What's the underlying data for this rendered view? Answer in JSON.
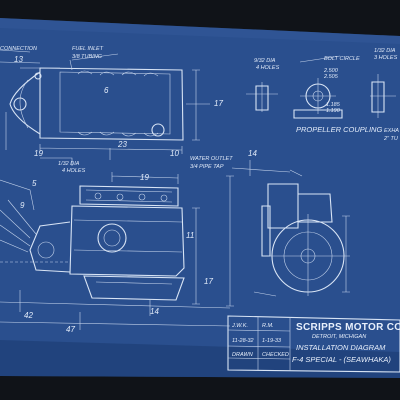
{
  "colors": {
    "blueprint": "#2a4f8e",
    "blueprint_dark": "#1d3c72",
    "line": "#d8e4f5",
    "frame": "#101318"
  },
  "labels": {
    "connection": "CONNECTION",
    "fuel_inlet": "FUEL INLET",
    "fuel_inlet_sub": "3/8 TUBING",
    "dim_13": "13",
    "dim_6": "6",
    "dim_23": "23",
    "dim_17": "17",
    "dim_19a": "19",
    "dim_19b": "19",
    "dim_10": "10",
    "dim_42": "42",
    "dim_47": "47",
    "dim_14a": "14",
    "dim_14b": "14",
    "dim_17b": "17",
    "dim_9": "9",
    "dim_11": "11",
    "dim_5": "5",
    "holes_dia": "1/32 DIA",
    "holes_4": "4 HOLES",
    "water_outlet": "WATER OUTLET",
    "water_outlet_sub": "3/4 PIPE TAP",
    "dia_holes_top": "9/32 DIA",
    "holes_4_top": "4 HOLES",
    "bolt_circle": "BOLT CIRCLE",
    "bc_2500": "2.500",
    "bc_2505": "2.505",
    "bc_1185": "1.185",
    "bc_1190": "1.190",
    "propeller_coupling": "PROPELLER COUPLING",
    "dia_right": "1/32 DIA",
    "holes_3_right": "3 HOLES",
    "exhaust": "EXHA",
    "exhaust_sub": "2\" TU"
  },
  "title_block": {
    "drawn": "J.W.K.",
    "checked": "R.M.",
    "date1": "11-28-32",
    "date2": "1-19-33",
    "drawn_label": "DRAWN",
    "checked_label": "CHECKED",
    "company": "SCRIPPS MOTOR COM",
    "company_sub": "DETROIT, MICHIGAN",
    "title": "INSTALLATION DIAGRAM",
    "subtitle": "F-4 SPECIAL - (SEAWHAKA)"
  }
}
